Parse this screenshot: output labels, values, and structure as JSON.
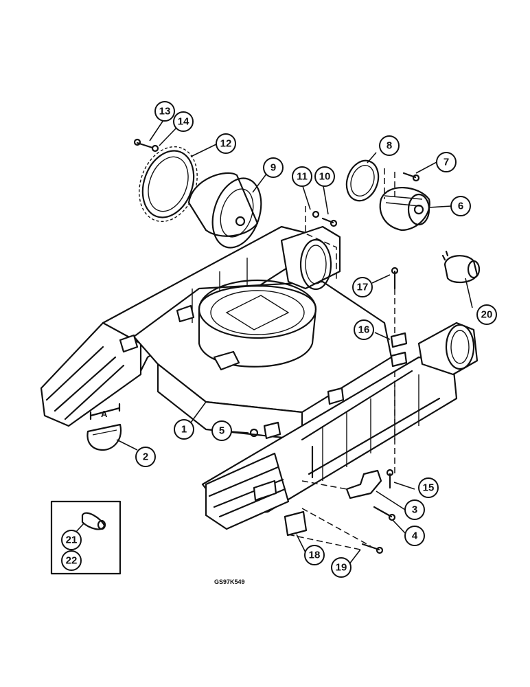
{
  "drawing_code": "GS97K549",
  "view_label": "A",
  "callouts": [
    {
      "id": "c1",
      "label": "1"
    },
    {
      "id": "c2",
      "label": "2"
    },
    {
      "id": "c3",
      "label": "3"
    },
    {
      "id": "c4",
      "label": "4"
    },
    {
      "id": "c5",
      "label": "5"
    },
    {
      "id": "c6",
      "label": "6"
    },
    {
      "id": "c7",
      "label": "7"
    },
    {
      "id": "c8",
      "label": "8"
    },
    {
      "id": "c9",
      "label": "9"
    },
    {
      "id": "c10",
      "label": "10"
    },
    {
      "id": "c11",
      "label": "11"
    },
    {
      "id": "c12",
      "label": "12"
    },
    {
      "id": "c13",
      "label": "13"
    },
    {
      "id": "c14",
      "label": "14"
    },
    {
      "id": "c15",
      "label": "15"
    },
    {
      "id": "c16",
      "label": "16"
    },
    {
      "id": "c17",
      "label": "17"
    },
    {
      "id": "c18",
      "label": "18"
    },
    {
      "id": "c19",
      "label": "19"
    },
    {
      "id": "c20",
      "label": "20"
    },
    {
      "id": "c21",
      "label": "21"
    },
    {
      "id": "c22",
      "label": "22"
    }
  ]
}
